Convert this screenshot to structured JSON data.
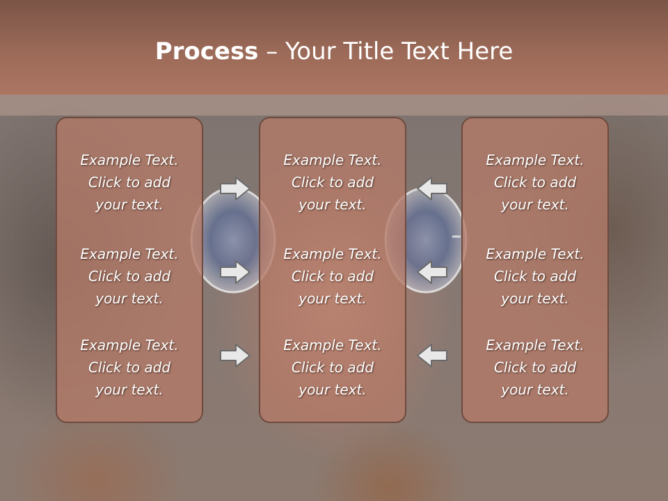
{
  "header": {
    "title_bold": "Process",
    "title_rest": " – Your Title Text Here"
  },
  "panels": [
    {
      "items": [
        {
          "line1": "Example Text.",
          "line2": "Click  to add",
          "line3": "your text."
        },
        {
          "line1": "Example Text.",
          "line2": "Click  to add",
          "line3": "your text."
        },
        {
          "line1": "Example Text.",
          "line2": "Click  to add",
          "line3": "your text."
        }
      ]
    },
    {
      "items": [
        {
          "line1": "Example Text.",
          "line2": "Click  to add",
          "line3": "your text."
        },
        {
          "line1": "Example Text.",
          "line2": "Click  to add",
          "line3": "your text."
        },
        {
          "line1": "Example Text.",
          "line2": "Click  to add",
          "line3": "your text."
        }
      ]
    },
    {
      "items": [
        {
          "line1": "Example Text.",
          "line2": "Click  to add",
          "line3": "your text."
        },
        {
          "line1": "Example Text.",
          "line2": "Click  to add",
          "line3": "your text."
        },
        {
          "line1": "Example Text.",
          "line2": "Click  to add",
          "line3": "your text."
        }
      ]
    }
  ],
  "arrows": {
    "left_column": "arrow-right-icon",
    "right_column": "arrow-left-icon"
  },
  "colors": {
    "header": "#9c6a58",
    "panel_fill": "#b47a68",
    "panel_border": "#6e4a3e",
    "arrow_fill": "#e8e8e8",
    "arrow_stroke": "#6a6a6a"
  }
}
